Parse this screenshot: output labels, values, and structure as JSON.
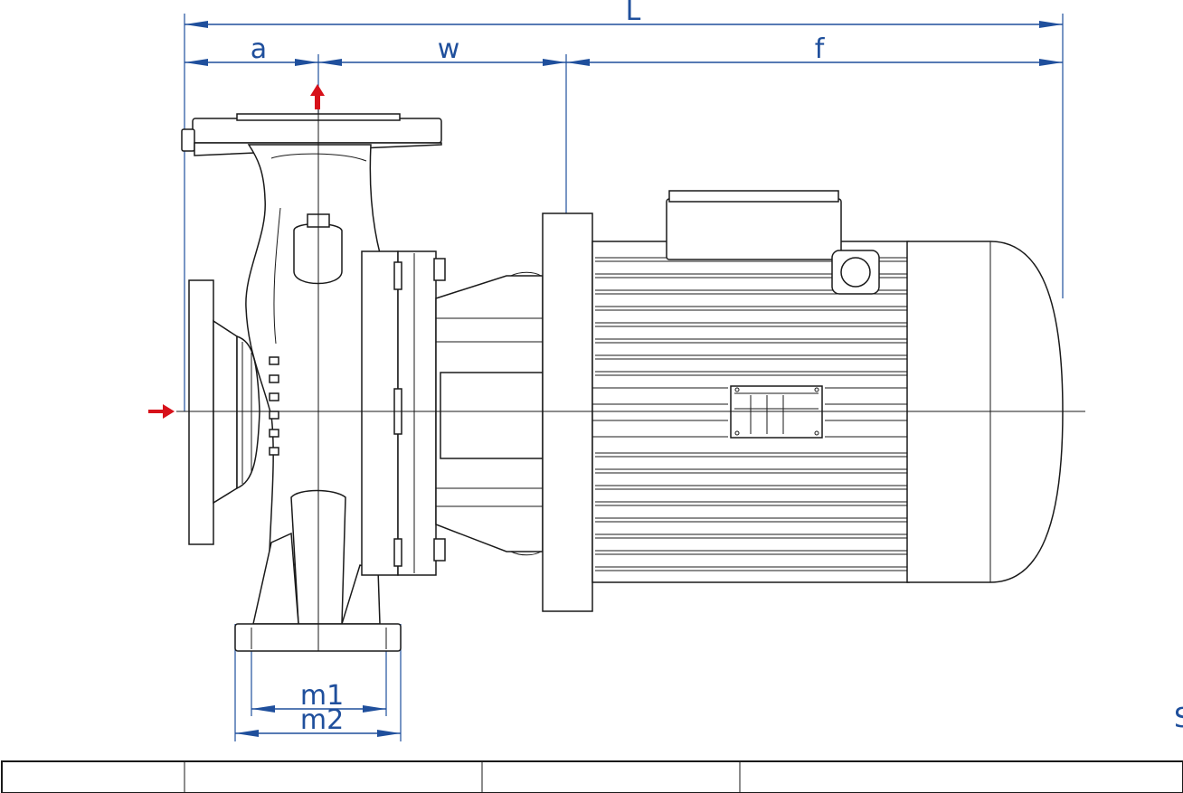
{
  "dimensions": {
    "overall_length": "L",
    "suction_to_axis": "a",
    "casing_to_motor_flange": "w",
    "motor_length": "f",
    "foot_inner": "m1",
    "foot_outer": "m2"
  },
  "colors": {
    "dimension": "#1f4f9c",
    "flow_arrow": "#d7111a",
    "outline": "#1a1a1a"
  },
  "cut_text": "S"
}
